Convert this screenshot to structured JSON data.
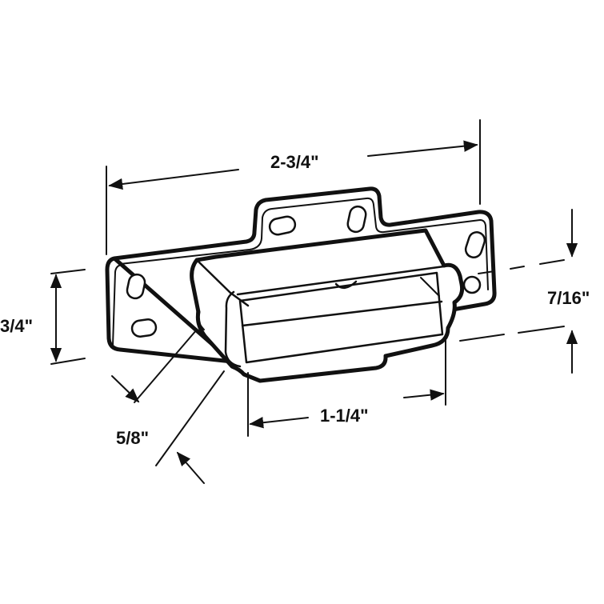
{
  "dimensions": {
    "overall_length": "2-3/4\"",
    "height": "3/4\"",
    "offset": "7/16\"",
    "opening_width": "1-1/4\"",
    "depth": "5/8\""
  },
  "colors": {
    "line": "#111111",
    "background": "#ffffff"
  }
}
